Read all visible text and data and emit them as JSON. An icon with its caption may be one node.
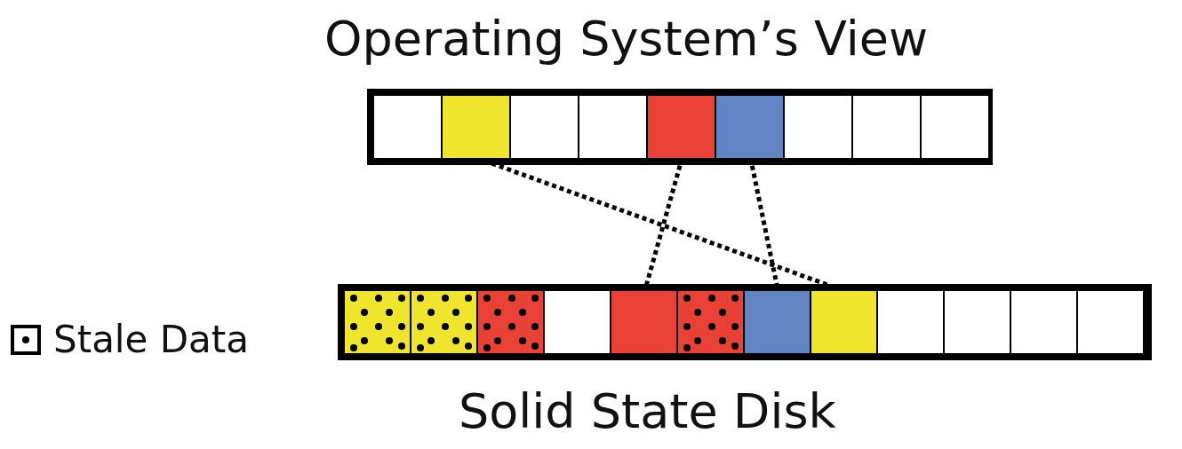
{
  "diagram": {
    "nodes": [
      {
        "text": [
          "Operating System’s View"
        ]
      },
      {
        "text": [],
        "shape": "box",
        "in": 0
      },
      {
        "text": [],
        "shape": "box",
        "in": 0
      },
      {
        "text": [],
        "shape": "box",
        "in": 0
      },
      {
        "text": [],
        "shape": "box",
        "in": 0
      },
      {
        "text": [],
        "shape": "box",
        "in": 0
      },
      {
        "text": [],
        "shape": "box",
        "in": 0
      },
      {
        "text": [],
        "shape": "box",
        "in": 0
      },
      {
        "text": [],
        "shape": "box",
        "in": 0
      },
      {
        "text": [],
        "shape": "box",
        "in": 0
      },
      {
        "text": [
          "Solid State Disk"
        ]
      },
      {
        "text": [],
        "shape": "box",
        "in": 10
      },
      {
        "text": [],
        "shape": "box",
        "in": 10
      },
      {
        "text": [],
        "shape": "box",
        "in": 10
      },
      {
        "text": [],
        "shape": "box",
        "in": 10
      },
      {
        "text": [],
        "shape": "box",
        "in": 10
      },
      {
        "text": [],
        "shape": "box",
        "in": 10
      },
      {
        "text": [],
        "shape": "box",
        "in": 10
      },
      {
        "text": [],
        "shape": "box",
        "in": 10
      },
      {
        "text": [],
        "shape": "box",
        "in": 10
      },
      {
        "text": [],
        "shape": "box",
        "in": 10
      },
      {
        "text": [],
        "shape": "box",
        "in": 10
      },
      {
        "text": [],
        "shape": "box",
        "in": 10
      }
    ],
    "edges": [
      {
        "from": 2,
        "to": 18,
        "arrow": "none",
        "style": "dashed"
      },
      {
        "from": 5,
        "to": 15,
        "arrow": "none",
        "style": "dashed"
      },
      {
        "from": 6,
        "to": 17,
        "arrow": "none",
        "style": "dashed"
      }
    ],
    "legend": [
      {
        "text": "Stale Data"
      }
    ]
  }
}
